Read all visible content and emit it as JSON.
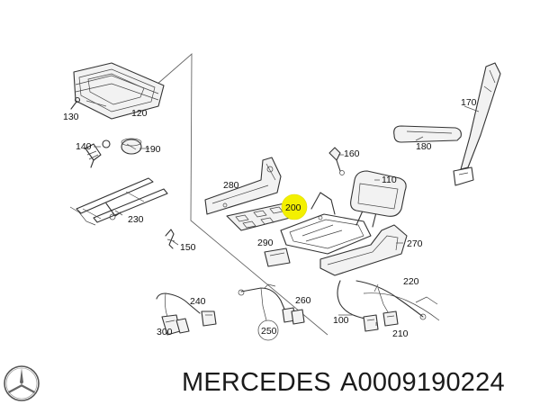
{
  "callouts": {
    "p100": "100",
    "p110": "110",
    "p120": "120",
    "p130": "130",
    "p140": "140",
    "p150": "150",
    "p160": "160",
    "p170": "170",
    "p180": "180",
    "p190": "190",
    "p200": "200",
    "p210": "210",
    "p220": "220",
    "p230": "230",
    "p240": "240",
    "p250": "250",
    "p260": "260",
    "p270": "270",
    "p280": "280",
    "p290": "290",
    "p300": "300"
  },
  "highlight": {
    "label": "200",
    "color": "#f3f000"
  },
  "footer": {
    "brand": "MERCEDES",
    "part_number": "A0009190224"
  },
  "logo": {
    "icon": "mercedes-star-icon"
  }
}
